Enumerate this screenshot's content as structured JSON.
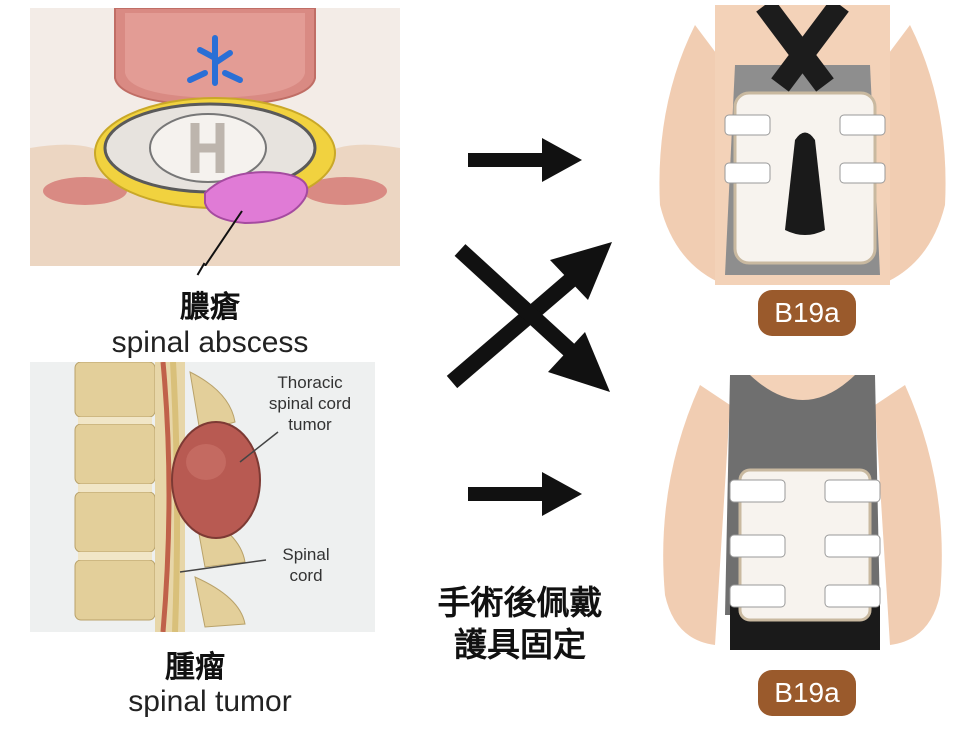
{
  "left": {
    "abscess": {
      "title_zh": "膿瘡",
      "title_en": "spinal abscess"
    },
    "tumor": {
      "title_zh": "腫瘤",
      "title_en": "spinal tumor",
      "annotation_tumor": "Thoracic spinal cord tumor",
      "annotation_cord": "Spinal cord"
    }
  },
  "center": {
    "caption_line1": "手術後佩戴",
    "caption_line2": "護具固定"
  },
  "right": {
    "badge_top": "B19a",
    "badge_bottom": "B19a"
  }
}
